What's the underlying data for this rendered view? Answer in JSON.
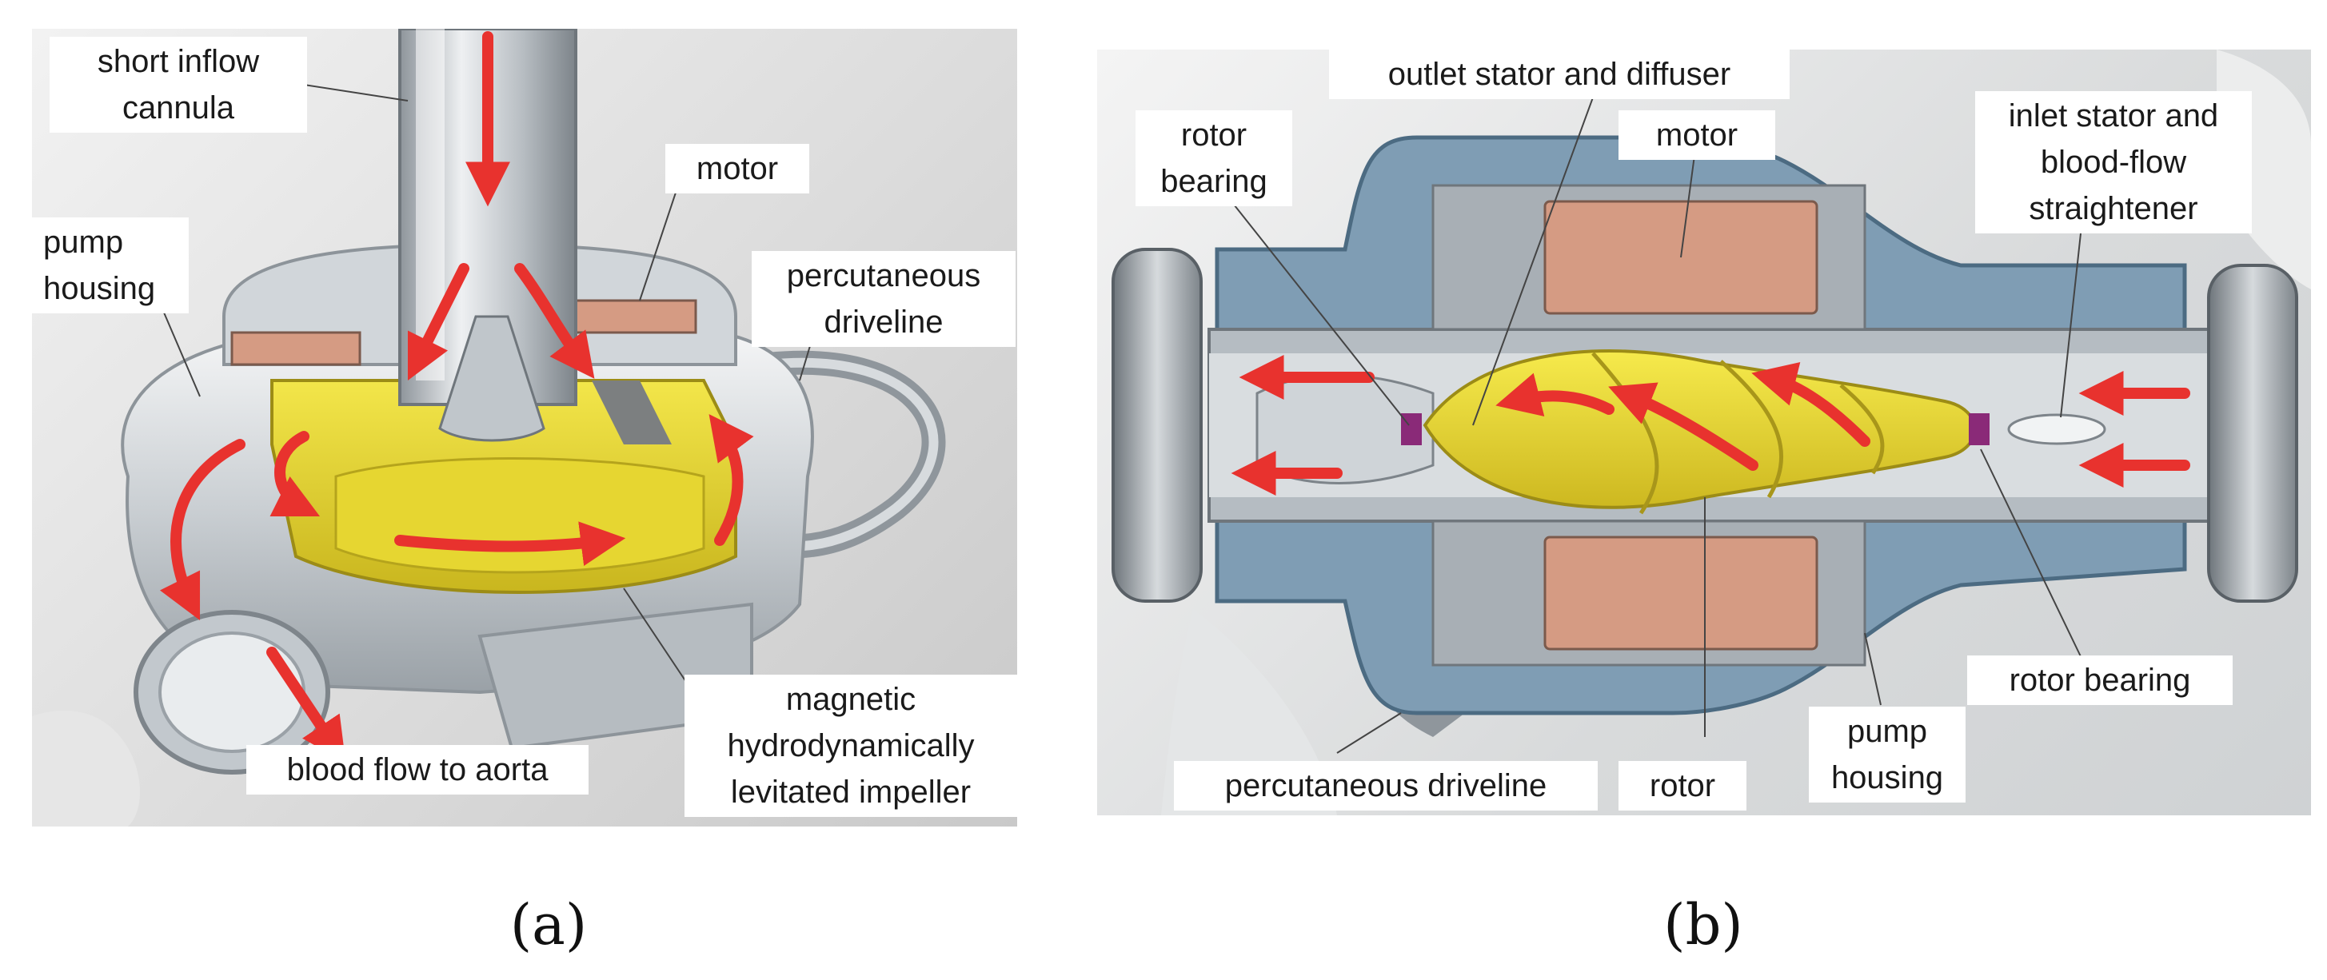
{
  "panel_a": {
    "caption": "(a)",
    "labels": {
      "short_inflow_cannula": "short inflow\ncannula",
      "motor": "motor",
      "pump_housing": "pump\nhousing",
      "percutaneous_driveline": "percutaneous\ndriveline",
      "blood_flow_to_aorta": "blood flow to aorta",
      "impeller": "magnetic\nhydrodynamically\nlevitated impeller"
    }
  },
  "panel_b": {
    "caption": "(b)",
    "labels": {
      "outlet_stator": "outlet stator and diffuser",
      "rotor_bearing_left": "rotor\nbearing",
      "motor": "motor",
      "inlet_stator": "inlet stator and\nblood-flow\nstraightener",
      "rotor_bearing_right": "rotor bearing",
      "percutaneous_driveline": "percutaneous driveline",
      "rotor": "rotor",
      "pump_housing": "pump\nhousing"
    }
  },
  "colors": {
    "arrow": "#e8322e",
    "impeller": "#e6d631",
    "motor_coil": "#d9a08a",
    "housing_blue": "#7f9db4",
    "housing_grey": "#a9b0b6"
  }
}
